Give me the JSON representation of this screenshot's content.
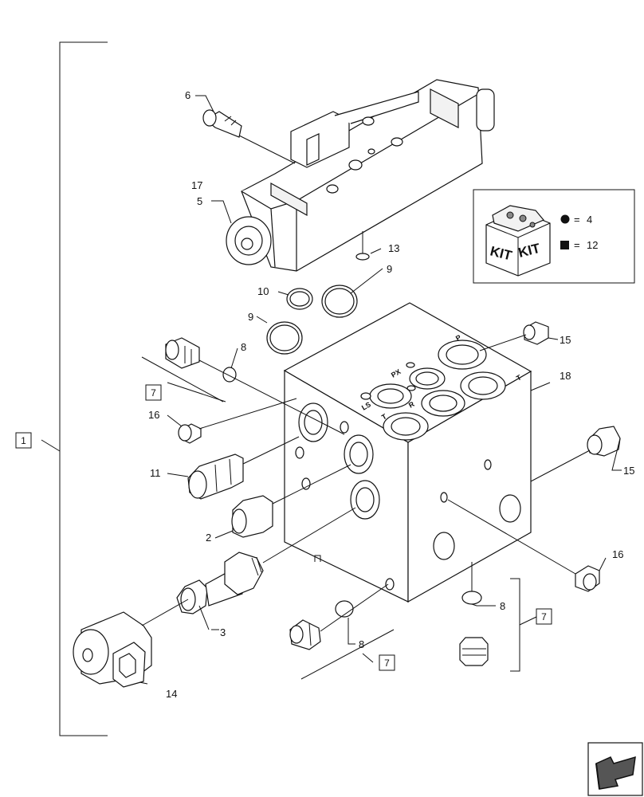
{
  "assembly_ref": "1",
  "callouts": {
    "c6": "6",
    "c17": "17",
    "c5": "5",
    "c13": "13",
    "c9a": "9",
    "c10": "10",
    "c9b": "9",
    "c8a": "8",
    "c16a": "16",
    "c11": "11",
    "c2": "2",
    "c3": "3",
    "c14": "14",
    "c8b": "8",
    "c15a": "15",
    "c18": "18",
    "c15b": "15",
    "c16b": "16",
    "c8c": "8"
  },
  "kit_refs": [
    "7",
    "7",
    "7"
  ],
  "port_labels": [
    "P",
    "PX",
    "LS",
    "R",
    "T",
    "T"
  ],
  "legend": {
    "kit_label_1": "KIT",
    "kit_label_2": "KIT",
    "circle_value": "4",
    "square_value": "12",
    "equals": "="
  },
  "icons": {
    "kit-box": "kit-box-icon",
    "circle": "circle-bullet-icon",
    "square": "square-bullet-icon",
    "nav": "arrow-nav-icon"
  }
}
